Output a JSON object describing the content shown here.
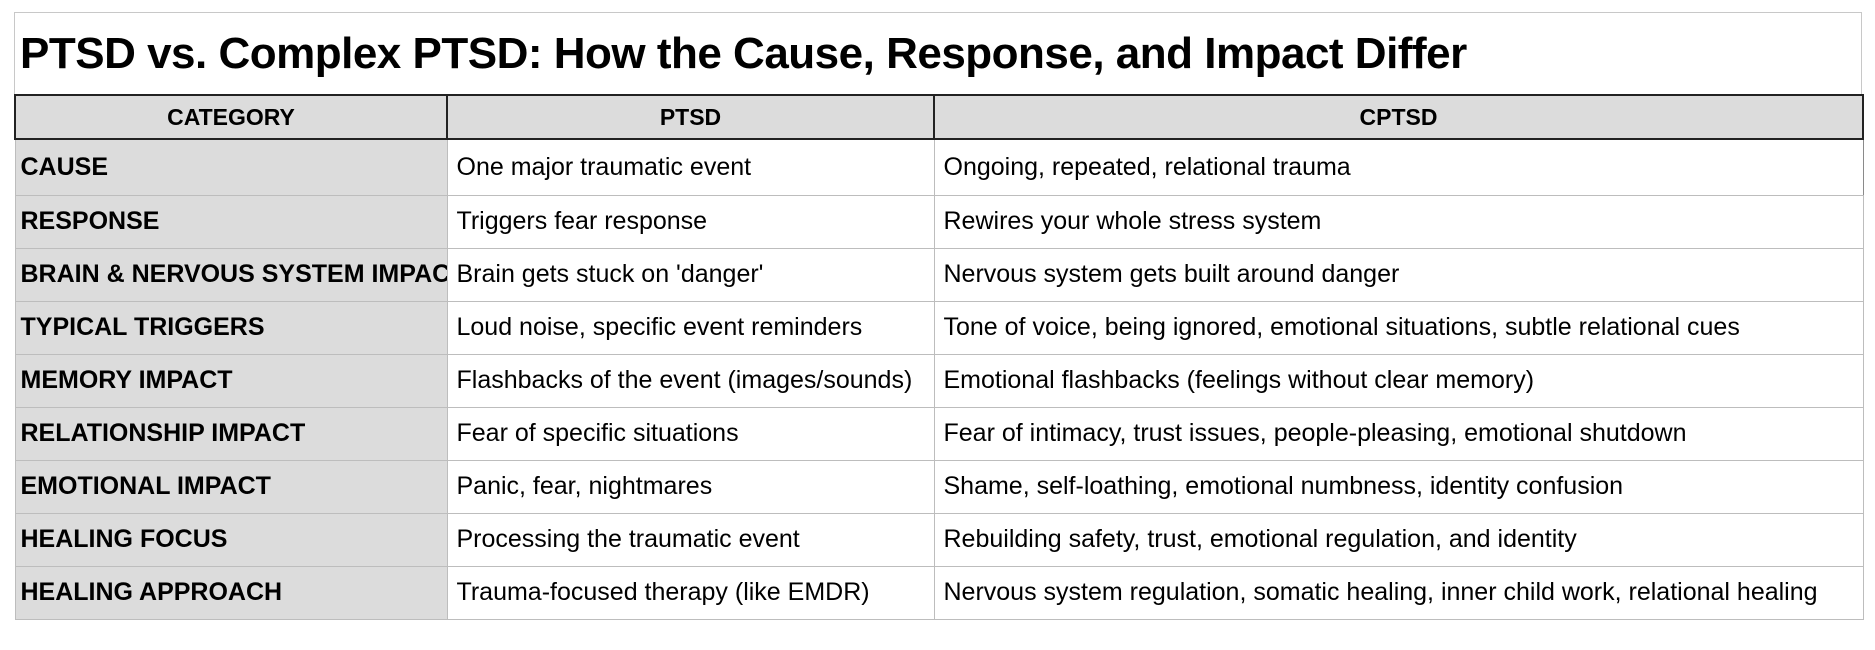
{
  "title": "PTSD vs. Complex PTSD: How the Cause, Response, and Impact Differ",
  "headers": [
    "CATEGORY",
    "PTSD",
    "CPTSD"
  ],
  "rows": [
    {
      "category": "CAUSE",
      "ptsd": "One major traumatic event",
      "cptsd": "Ongoing, repeated, relational trauma"
    },
    {
      "category": "RESPONSE",
      "ptsd": "Triggers fear response",
      "cptsd": "Rewires your whole stress system"
    },
    {
      "category": "BRAIN & NERVOUS SYSTEM IMPACT",
      "ptsd": "Brain gets stuck on 'danger'",
      "cptsd": "Nervous system gets built around danger"
    },
    {
      "category": "TYPICAL TRIGGERS",
      "ptsd": "Loud noise, specific event reminders",
      "cptsd": "Tone of voice, being ignored, emotional situations, subtle relational cues"
    },
    {
      "category": "MEMORY IMPACT",
      "ptsd": "Flashbacks of the event (images/sounds)",
      "cptsd": "Emotional flashbacks (feelings without clear memory)"
    },
    {
      "category": "RELATIONSHIP IMPACT",
      "ptsd": "Fear of specific situations",
      "cptsd": "Fear of intimacy, trust issues, people-pleasing, emotional shutdown"
    },
    {
      "category": "EMOTIONAL IMPACT",
      "ptsd": "Panic, fear, nightmares",
      "cptsd": "Shame, self-loathing, emotional numbness, identity confusion"
    },
    {
      "category": "HEALING FOCUS",
      "ptsd": "Processing the traumatic event",
      "cptsd": "Rebuilding safety, trust, emotional regulation, and identity"
    },
    {
      "category": "HEALING APPROACH",
      "ptsd": "Trauma-focused therapy (like EMDR)",
      "cptsd": "Nervous system regulation, somatic healing, inner child work, relational healing"
    }
  ]
}
